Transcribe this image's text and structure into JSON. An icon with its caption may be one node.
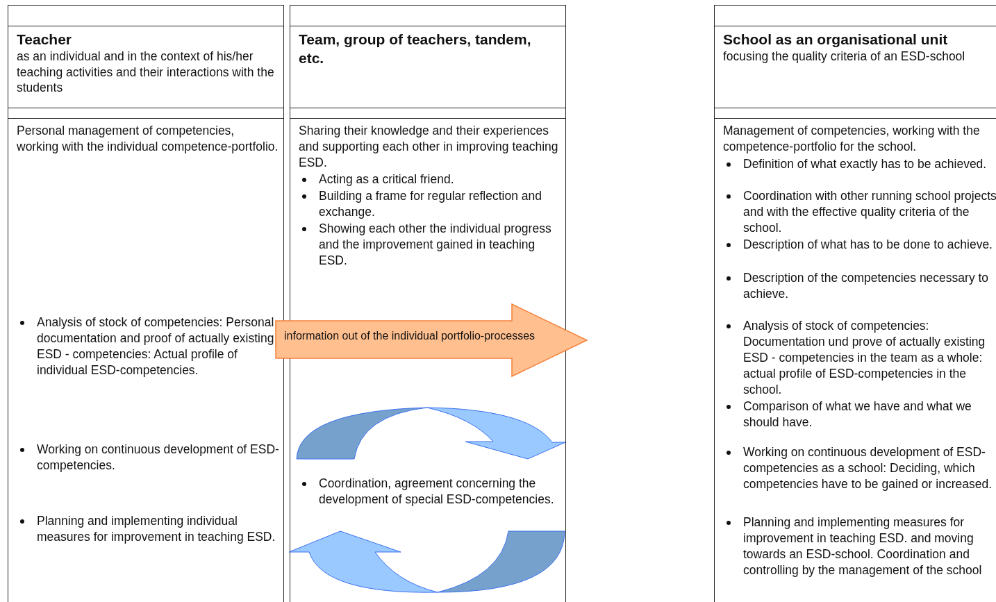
{
  "diagram": {
    "nodes": [
      {
        "text": [
          "Teacher",
          "as an individual and in the context of his/her teaching activities and their interactions with the students"
        ]
      },
      {
        "text": [
          "Personal management of competencies, working with the individual competence-portfolio.",
          "Analysis of stock of competencies: Personal documentation and proof of actually existing ESD - competencies: Actual profile of individual ESD-competencies.",
          "Working on continuous development of ESD- competencies.",
          "Planning and implementing individual measures for improvement in teaching ESD."
        ]
      },
      {
        "text": [
          "Team, group of teachers, tandem, etc."
        ]
      },
      {
        "text": [
          "Sharing their knowledge and their experiences and supporting each other in improving teaching ESD.",
          "Acting as a critical friend.",
          "Building a frame for regular reflection and exchange.",
          "Showing each other the individual progress and the improvement gained in teaching ESD.",
          "Coordination, agreement concerning the development of special ESD-competencies."
        ]
      },
      {
        "text": [
          "School as an organisational unit",
          "focusing the quality criteria of an ESD-school"
        ]
      },
      {
        "text": [
          "Management of competencies, working with the competence-portfolio for the school.",
          "Definition of what exactly has to be achieved.",
          "Coordination with other running school projects and with the effective quality criteria of the school.",
          "Description of what has to be done to achieve.",
          "Description of the competencies necessary to achieve.",
          "Analysis of stock of competencies: Documentation und prove of actually existing ESD - competencies in the team as a whole: actual profile of ESD-competencies in the school.",
          "Comparison of what we have and what we should have.",
          "Working on continuous development of ESD- competencies as a school: Deciding, which competencies have to be gained or increased.",
          "Planning and implementing measures for improvement in teaching ESD. and moving towards an ESD-school. Coordination and controlling by  the management of the school"
        ]
      },
      {
        "text": [
          "information out of the individual portfolio-processes"
        ]
      }
    ]
  }
}
